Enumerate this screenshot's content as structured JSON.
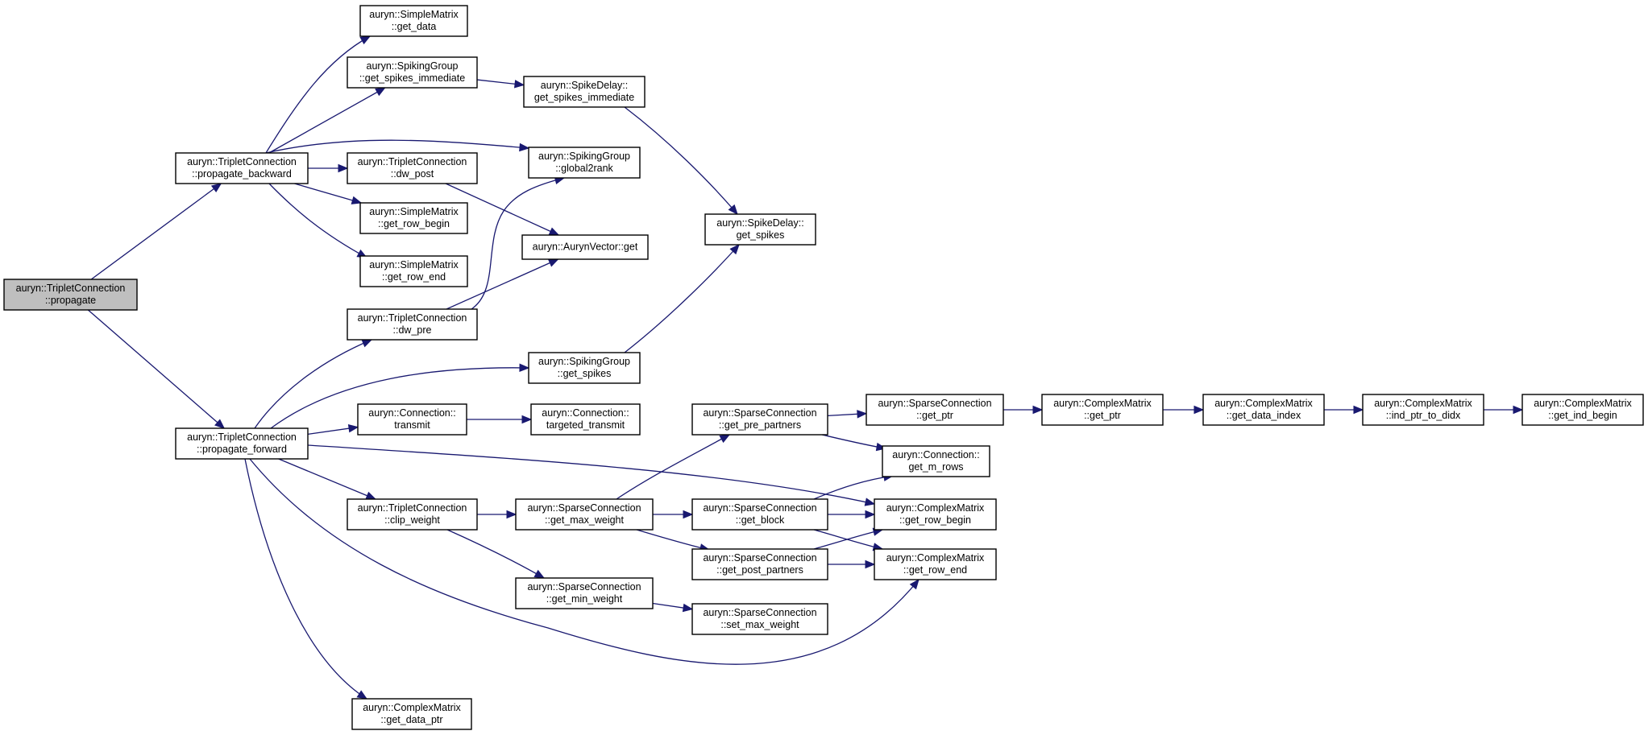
{
  "graph": {
    "root": "propagate",
    "nodes": [
      {
        "id": "propagate",
        "lines": [
          "auryn::TripletConnection",
          "::propagate"
        ],
        "root": true
      },
      {
        "id": "propagate_backward",
        "lines": [
          "auryn::TripletConnection",
          "::propagate_backward"
        ]
      },
      {
        "id": "propagate_forward",
        "lines": [
          "auryn::TripletConnection",
          "::propagate_forward"
        ]
      },
      {
        "id": "sm_get_data",
        "lines": [
          "auryn::SimpleMatrix",
          "::get_data"
        ]
      },
      {
        "id": "sg_get_spikes_immediate",
        "lines": [
          "auryn::SpikingGroup",
          "::get_spikes_immediate"
        ]
      },
      {
        "id": "sd_get_spikes_immediate",
        "lines": [
          "auryn::SpikeDelay::",
          "get_spikes_immediate"
        ]
      },
      {
        "id": "sg_global2rank",
        "lines": [
          "auryn::SpikingGroup",
          "::global2rank"
        ]
      },
      {
        "id": "tc_dw_post",
        "lines": [
          "auryn::TripletConnection",
          "::dw_post"
        ]
      },
      {
        "id": "sm_get_row_begin",
        "lines": [
          "auryn::SimpleMatrix",
          "::get_row_begin"
        ]
      },
      {
        "id": "sm_get_row_end",
        "lines": [
          "auryn::SimpleMatrix",
          "::get_row_end"
        ]
      },
      {
        "id": "av_get",
        "lines": [
          "auryn::AurynVector::get"
        ]
      },
      {
        "id": "sd_get_spikes",
        "lines": [
          "auryn::SpikeDelay::",
          "get_spikes"
        ]
      },
      {
        "id": "tc_dw_pre",
        "lines": [
          "auryn::TripletConnection",
          "::dw_pre"
        ]
      },
      {
        "id": "sg_get_spikes",
        "lines": [
          "auryn::SpikingGroup",
          "::get_spikes"
        ]
      },
      {
        "id": "c_transmit",
        "lines": [
          "auryn::Connection::",
          "transmit"
        ]
      },
      {
        "id": "c_targeted_transmit",
        "lines": [
          "auryn::Connection::",
          "targeted_transmit"
        ]
      },
      {
        "id": "sc_get_pre_partners",
        "lines": [
          "auryn::SparseConnection",
          "::get_pre_partners"
        ]
      },
      {
        "id": "sc_get_ptr",
        "lines": [
          "auryn::SparseConnection",
          "::get_ptr"
        ]
      },
      {
        "id": "cm_get_ptr",
        "lines": [
          "auryn::ComplexMatrix",
          "::get_ptr"
        ]
      },
      {
        "id": "cm_get_data_index",
        "lines": [
          "auryn::ComplexMatrix",
          "::get_data_index"
        ]
      },
      {
        "id": "cm_ind_ptr_to_didx",
        "lines": [
          "auryn::ComplexMatrix",
          "::ind_ptr_to_didx"
        ]
      },
      {
        "id": "cm_get_ind_begin",
        "lines": [
          "auryn::ComplexMatrix",
          "::get_ind_begin"
        ]
      },
      {
        "id": "c_get_m_rows",
        "lines": [
          "auryn::Connection::",
          "get_m_rows"
        ]
      },
      {
        "id": "tc_clip_weight",
        "lines": [
          "auryn::TripletConnection",
          "::clip_weight"
        ]
      },
      {
        "id": "sc_get_max_weight",
        "lines": [
          "auryn::SparseConnection",
          "::get_max_weight"
        ]
      },
      {
        "id": "sc_get_block",
        "lines": [
          "auryn::SparseConnection",
          "::get_block"
        ]
      },
      {
        "id": "cm_get_row_begin",
        "lines": [
          "auryn::ComplexMatrix",
          "::get_row_begin"
        ]
      },
      {
        "id": "sc_get_post_partners",
        "lines": [
          "auryn::SparseConnection",
          "::get_post_partners"
        ]
      },
      {
        "id": "cm_get_row_end",
        "lines": [
          "auryn::ComplexMatrix",
          "::get_row_end"
        ]
      },
      {
        "id": "sc_get_min_weight",
        "lines": [
          "auryn::SparseConnection",
          "::get_min_weight"
        ]
      },
      {
        "id": "sc_set_max_weight",
        "lines": [
          "auryn::SparseConnection",
          "::set_max_weight"
        ]
      },
      {
        "id": "cm_get_data_ptr",
        "lines": [
          "auryn::ComplexMatrix",
          "::get_data_ptr"
        ]
      }
    ],
    "edges": [
      [
        "propagate",
        "propagate_backward"
      ],
      [
        "propagate",
        "propagate_forward"
      ],
      [
        "propagate_backward",
        "sm_get_data"
      ],
      [
        "propagate_backward",
        "sg_get_spikes_immediate"
      ],
      [
        "propagate_backward",
        "sg_global2rank"
      ],
      [
        "propagate_backward",
        "tc_dw_post"
      ],
      [
        "propagate_backward",
        "sm_get_row_begin"
      ],
      [
        "propagate_backward",
        "sm_get_row_end"
      ],
      [
        "sg_get_spikes_immediate",
        "sd_get_spikes_immediate"
      ],
      [
        "sd_get_spikes_immediate",
        "sd_get_spikes"
      ],
      [
        "tc_dw_post",
        "av_get"
      ],
      [
        "tc_dw_pre",
        "av_get"
      ],
      [
        "tc_dw_pre",
        "sg_global2rank"
      ],
      [
        "sg_get_spikes",
        "sd_get_spikes"
      ],
      [
        "propagate_forward",
        "tc_dw_pre"
      ],
      [
        "propagate_forward",
        "sg_get_spikes"
      ],
      [
        "propagate_forward",
        "c_transmit"
      ],
      [
        "propagate_forward",
        "cm_get_row_begin"
      ],
      [
        "propagate_forward",
        "tc_clip_weight"
      ],
      [
        "propagate_forward",
        "cm_get_row_end"
      ],
      [
        "propagate_forward",
        "cm_get_data_ptr"
      ],
      [
        "c_transmit",
        "c_targeted_transmit"
      ],
      [
        "tc_clip_weight",
        "sc_get_max_weight"
      ],
      [
        "tc_clip_weight",
        "sc_get_min_weight"
      ],
      [
        "sc_get_max_weight",
        "sc_get_pre_partners"
      ],
      [
        "sc_get_max_weight",
        "sc_get_block"
      ],
      [
        "sc_get_max_weight",
        "sc_get_post_partners"
      ],
      [
        "sc_get_min_weight",
        "sc_set_max_weight"
      ],
      [
        "sc_get_pre_partners",
        "sc_get_ptr"
      ],
      [
        "sc_get_pre_partners",
        "c_get_m_rows"
      ],
      [
        "sc_get_ptr",
        "cm_get_ptr"
      ],
      [
        "cm_get_ptr",
        "cm_get_data_index"
      ],
      [
        "cm_get_data_index",
        "cm_ind_ptr_to_didx"
      ],
      [
        "cm_ind_ptr_to_didx",
        "cm_get_ind_begin"
      ],
      [
        "sc_get_block",
        "c_get_m_rows"
      ],
      [
        "sc_get_block",
        "cm_get_row_begin"
      ],
      [
        "sc_get_block",
        "cm_get_row_end"
      ],
      [
        "sc_get_post_partners",
        "cm_get_row_begin"
      ],
      [
        "sc_get_post_partners",
        "cm_get_row_end"
      ]
    ]
  }
}
